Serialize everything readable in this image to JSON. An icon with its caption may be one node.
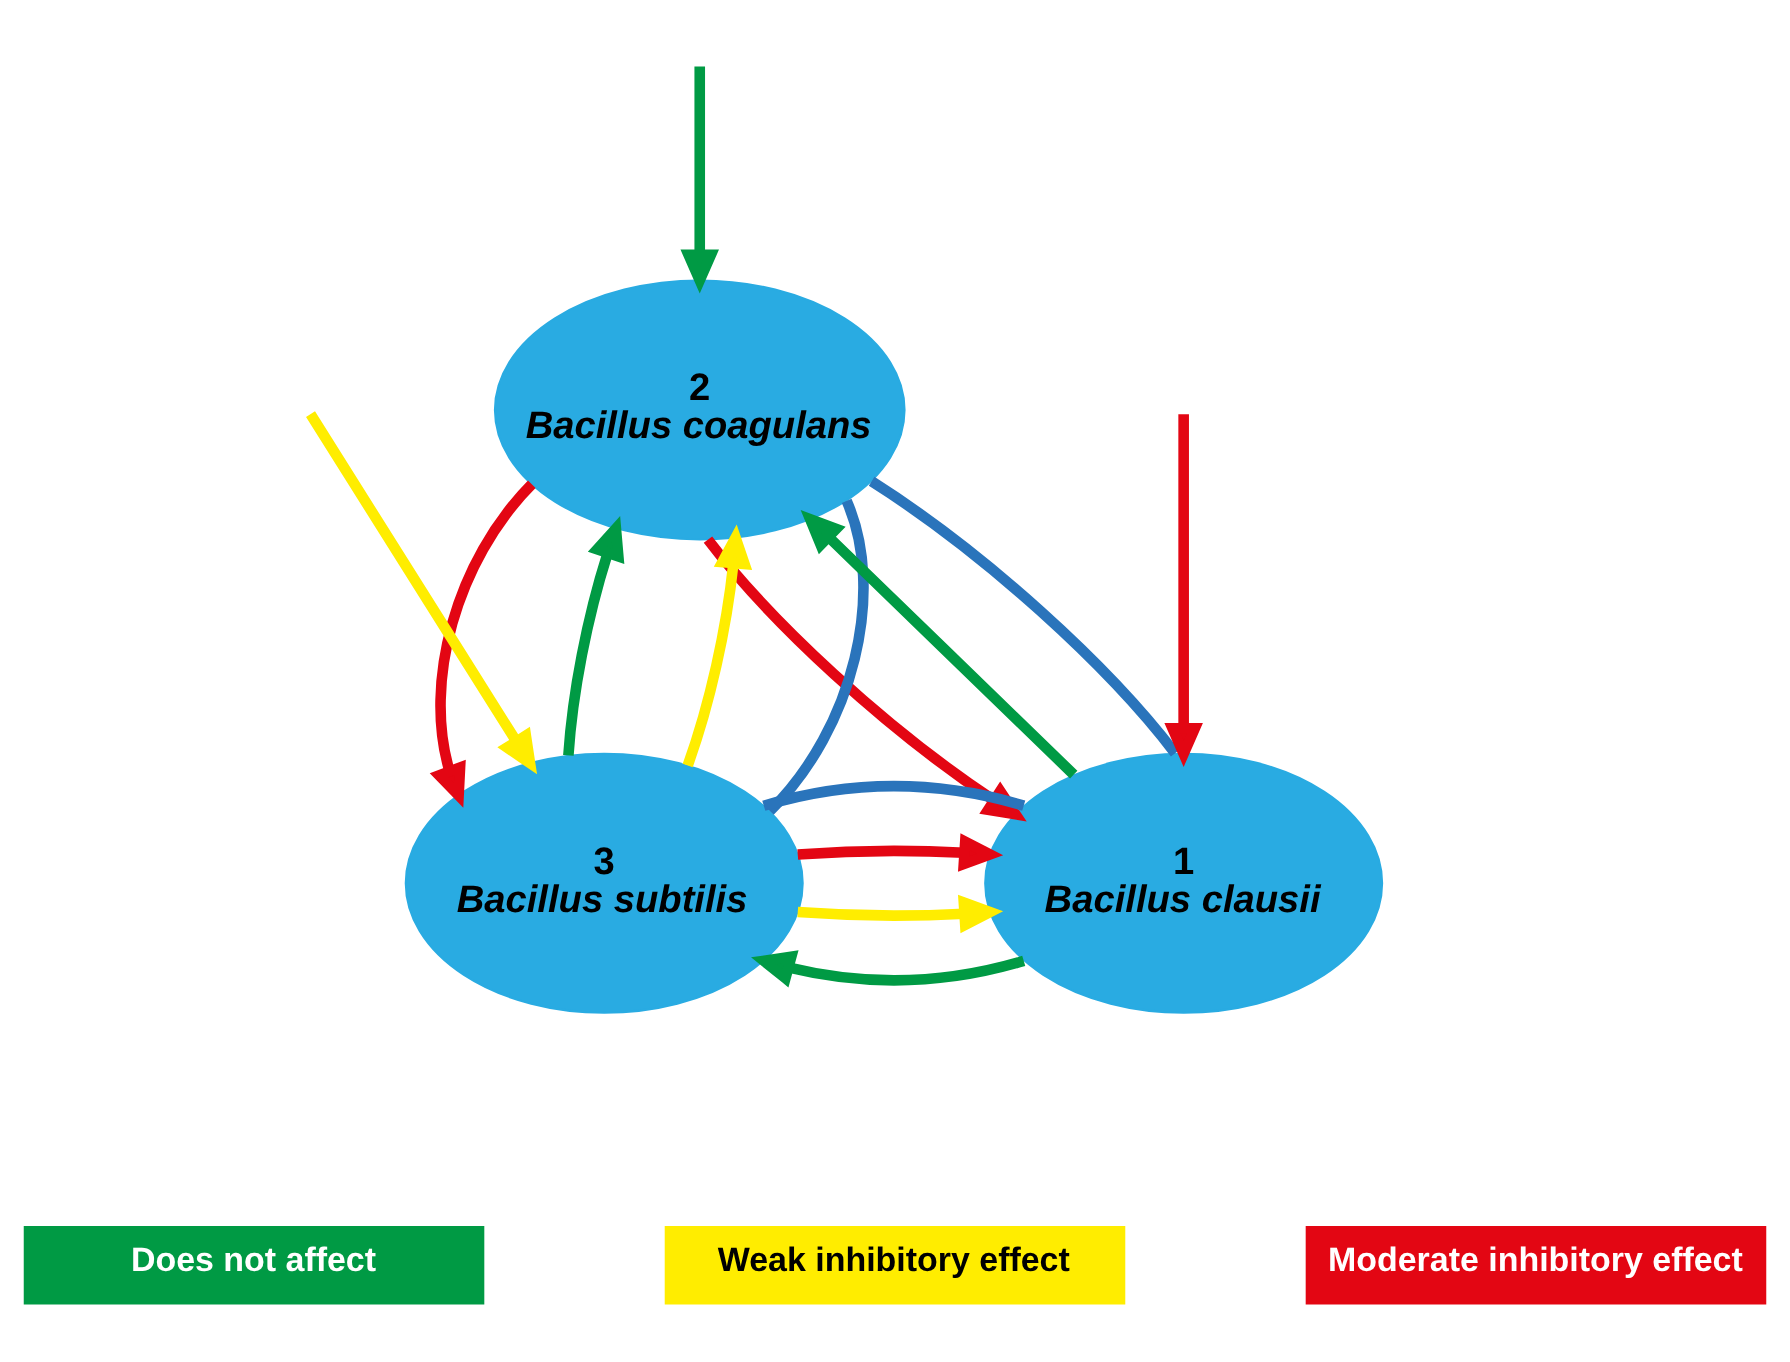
{
  "diagram": {
    "nodes": [
      {
        "text": [
          "2",
          "Bacillus coagulans"
        ]
      },
      {
        "text": [
          "1",
          "Bacillus clausii"
        ]
      },
      {
        "text": [
          "3",
          "Bacillus subtilis"
        ]
      }
    ],
    "edges": [
      {
        "from": 0,
        "to": 1,
        "arrow": "to",
        "color": "#e30613"
      },
      {
        "from": 1,
        "to": 0,
        "arrow": "to",
        "color": "#009a44"
      },
      {
        "from": 2,
        "to": 0,
        "arrow": "to",
        "color": "#009a44"
      },
      {
        "from": 2,
        "to": 0,
        "arrow": "to",
        "color": "#ffed00"
      },
      {
        "from": 0,
        "to": 2,
        "arrow": "to",
        "color": "#e30613"
      },
      {
        "from": 1,
        "to": 2,
        "arrow": "to",
        "color": "#009a44"
      },
      {
        "from": 2,
        "to": 1,
        "arrow": "to",
        "color": "#ffed00"
      },
      {
        "from": 2,
        "to": 1,
        "arrow": "to",
        "color": "#e30613"
      },
      {
        "from": 1,
        "to": 0,
        "arrow": "none",
        "color": "#2a74bb"
      },
      {
        "from": 0,
        "to": 2,
        "arrow": "none",
        "color": "#2a74bb"
      },
      {
        "from": 1,
        "to": 2,
        "arrow": "none",
        "color": "#2a74bb"
      },
      {
        "from": null,
        "to": 0,
        "arrow": "to",
        "color": "#009a44"
      },
      {
        "from": null,
        "to": 1,
        "arrow": "to",
        "color": "#e30613"
      },
      {
        "from": null,
        "to": 2,
        "arrow": "to",
        "color": "#ffed00"
      }
    ],
    "legend": [
      {
        "text": "Does not affect",
        "color": "#009a44"
      },
      {
        "text": "Weak inhibitory effect",
        "color": "#ffed00"
      },
      {
        "text": "Moderate inhibitory effect",
        "color": "#e30613"
      }
    ]
  }
}
